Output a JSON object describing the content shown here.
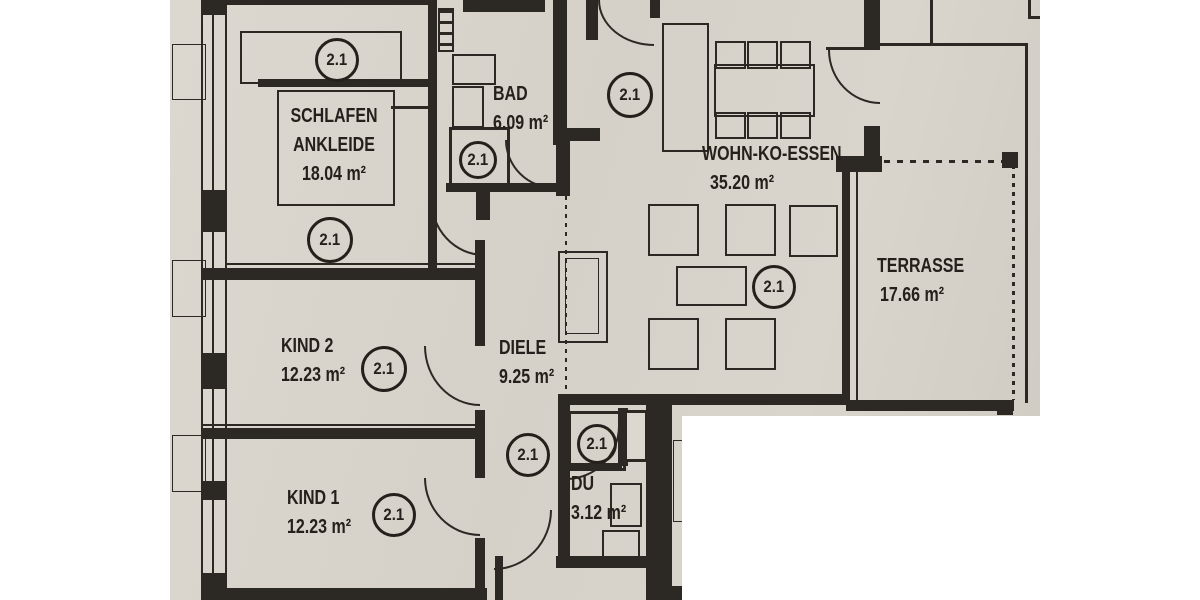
{
  "meta": {
    "type": "floor-plan-photo",
    "unit_badge": "2.1"
  },
  "rooms": [
    {
      "name": "SCHLAFEN",
      "name2": "ANKLEIDE",
      "area": "18.04 m²"
    },
    {
      "name": "BAD",
      "area": "6.09 m²"
    },
    {
      "name": "WOHN-KO-ESSEN",
      "area": "35.20 m²"
    },
    {
      "name": "TERRASSE",
      "area": "17.66 m²"
    },
    {
      "name": "KIND 2",
      "area": "12.23 m²"
    },
    {
      "name": "DIELE",
      "area": "9.25 m²"
    },
    {
      "name": "KIND 1",
      "area": "12.23 m²"
    },
    {
      "name": "DU",
      "area": "3.12 m²"
    }
  ],
  "colors": {
    "paper": "#d7d3cb",
    "line": "#2c2823",
    "text": "#24201b",
    "background": "#ffffff"
  }
}
